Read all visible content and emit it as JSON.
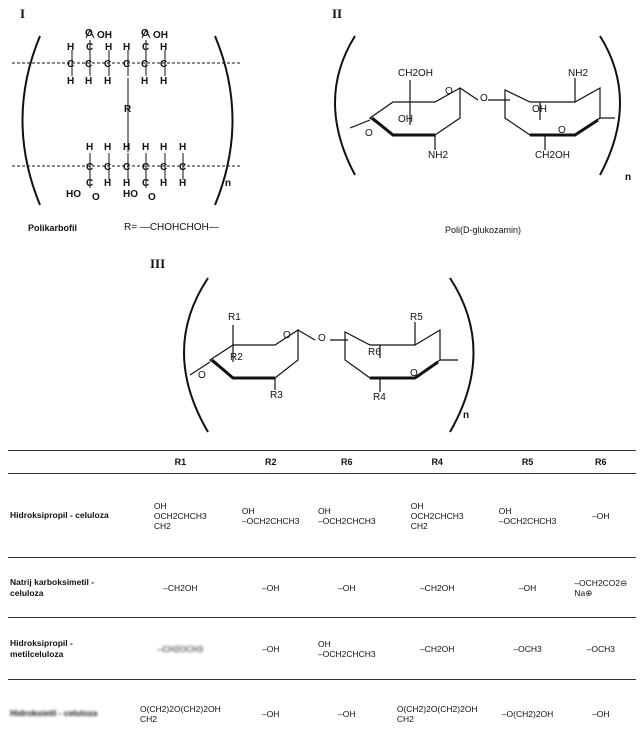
{
  "figure": {
    "label_I": "I",
    "label_II": "II",
    "label_III": "III",
    "n_I": "n",
    "n_II": "n",
    "n_III": "n",
    "caption_I_name": "Polikarbofil",
    "caption_I_R": "R= —CHOHCHOH—",
    "caption_II": "Poli(D-glukozamin)"
  },
  "structure_I": {
    "cooh_top_left": "C OH",
    "r_label": "R"
  },
  "structure_II": {
    "ch2oh_left": "CH2OH",
    "oh_left": "OH",
    "nh2_left": "NH2",
    "o_ring_left": "O",
    "o_bridge": "O",
    "nh2_right": "NH2",
    "oh_right": "OH",
    "o_ring_right": "O",
    "ch2oh_right": "CH2OH",
    "o_terminal": "O"
  },
  "structure_III": {
    "r1": "R1",
    "r2": "R2",
    "r3": "R3",
    "r4": "R4",
    "r5": "R5",
    "r6": "R6",
    "o_ring_left": "O",
    "o_bridge": "O",
    "o_ring_right": "O",
    "o_terminal": "O"
  },
  "table": {
    "headers": [
      "R1",
      "R2",
      "R6",
      "R4",
      "R5",
      "R6"
    ],
    "rows": [
      {
        "name": "Hidroksipropil - celuloza",
        "cells": [
          "OH\nOCH2CHCH3\nCH2",
          "OH\n–OCH2CHCH3",
          "OH\n–OCH2CHCH3",
          "OH\nOCH2CHCH3\nCH2",
          "OH\n–OCH2CHCH3",
          "–OH"
        ]
      },
      {
        "name": "Natrij karboksimetil - celuloza",
        "cells": [
          "–CH2OH",
          "–OH",
          "–OH",
          "–CH2OH",
          "–OH",
          "–OCH2CO2⊖\nNa⊕"
        ]
      },
      {
        "name": "Hidroksipropil - metilceluloza",
        "cells": [
          "–CH2OCH3",
          "–OH",
          "OH\n–OCH2CHCH3",
          "–CH2OH",
          "–OCH3",
          "–OCH3"
        ]
      },
      {
        "name": "Hidroksietil - celuloza",
        "cells": [
          "O(CH2)2O(CH2)2OH\nCH2",
          "–OH",
          "–OH",
          "O(CH2)2O(CH2)2OH\nCH2",
          "–O(CH2)2OH",
          "–OH"
        ]
      }
    ]
  }
}
